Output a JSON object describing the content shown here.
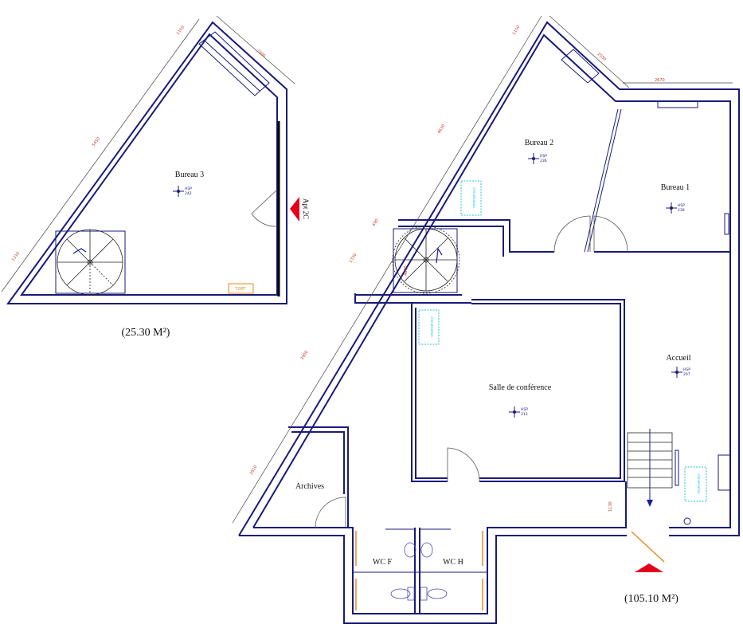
{
  "plans": {
    "upper": {
      "area": "(25.30 M²)",
      "rooms": {
        "bureau3": "Bureau 3"
      },
      "hsp": {
        "label": "HSP",
        "value": "242"
      },
      "entry_label": "Apt 2C",
      "tag": "TORT",
      "dims": [
        "1150",
        "2300",
        "5450",
        "1330"
      ]
    },
    "main": {
      "area": "(105.10 M²)",
      "rooms": {
        "bureau2": "Bureau 2",
        "bureau1": "Bureau 1",
        "accueil": "Accueil",
        "salle": "Salle de conférence",
        "archives": "Archives",
        "wcf": "WC F",
        "wch": "WC H"
      },
      "hsp": {
        "label": "HSP",
        "bureau2": "236",
        "bureau1": "239",
        "accueil": "207",
        "salle": "213"
      },
      "dims": [
        "1150",
        "2550",
        "2670",
        "4630",
        "690",
        "1330",
        "3900",
        "2810",
        "1130",
        "4690"
      ],
      "equipment_label": "climatisation"
    }
  },
  "colors": {
    "wall": "#1a1a7a",
    "entry_arrow": "#e3001b",
    "dimension": "#c0392b",
    "equipment": "#22c4d4",
    "door_orange": "#e58a1f"
  }
}
